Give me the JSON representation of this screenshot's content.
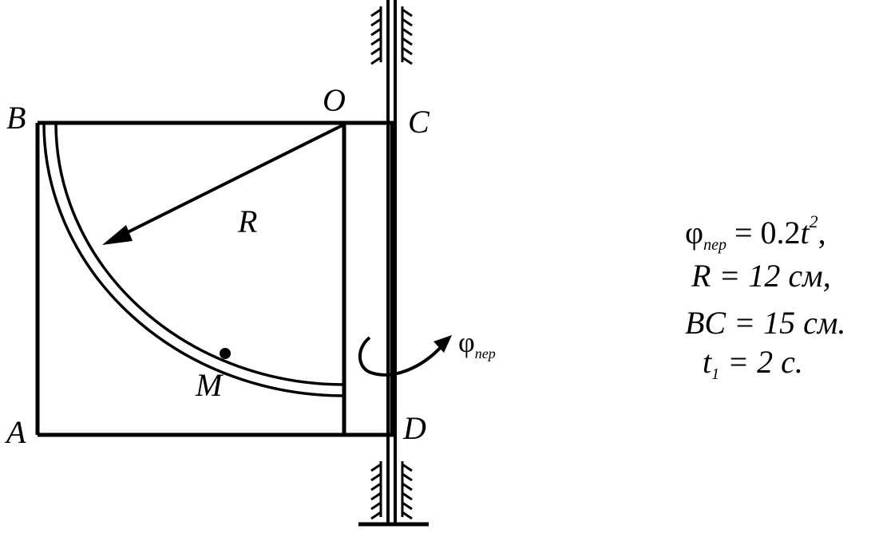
{
  "points": {
    "A": "A",
    "B": "B",
    "C": "C",
    "D": "D",
    "O": "O",
    "M": "M",
    "R": "R"
  },
  "rotation_label": {
    "symbol": "φ",
    "sub": "пер"
  },
  "given": {
    "line1": {
      "symbol": "φ",
      "sub": "пер",
      "eq": " = 0.2",
      "var": "t",
      "sup": "2",
      "tail": ","
    },
    "line2": {
      "text": "R = 12 см,"
    },
    "line3": {
      "text": "BC = 15 см."
    },
    "line4": {
      "var": "t",
      "sub": "1",
      "rest": " = 2 с."
    }
  }
}
